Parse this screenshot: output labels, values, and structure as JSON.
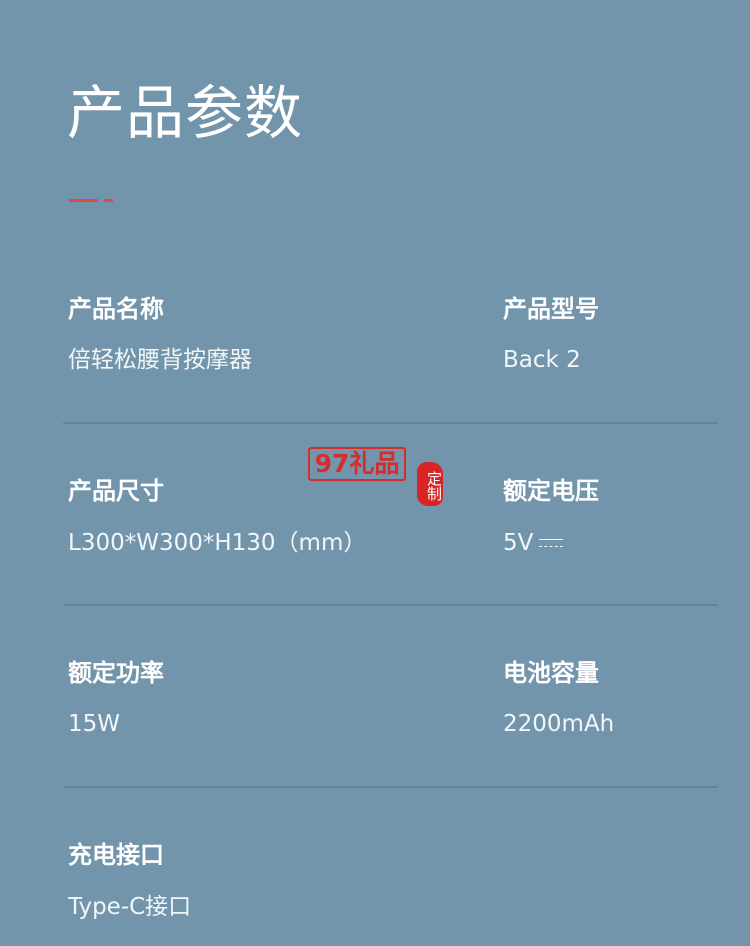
{
  "header": {
    "title": "产品参数"
  },
  "colors": {
    "background": "#7295ac",
    "accent": "#e04a3c",
    "watermark_red": "#d52c2c"
  },
  "specs": [
    {
      "label": "产品名称",
      "value": "倍轻松腰背按摩器"
    },
    {
      "label": "产品型号",
      "value": "Back 2"
    },
    {
      "label": "产品尺寸",
      "value": "L300*W300*H130（mm）"
    },
    {
      "label": "额定电压",
      "value": "5V",
      "icon": "dc-symbol-icon"
    },
    {
      "label": "额定功率",
      "value": "15W"
    },
    {
      "label": "电池容量",
      "value": "2200mAh"
    },
    {
      "label": "充电接口",
      "value": "Type-C接口"
    }
  ],
  "watermark": {
    "brand": "97礼品",
    "seal": "定制"
  }
}
